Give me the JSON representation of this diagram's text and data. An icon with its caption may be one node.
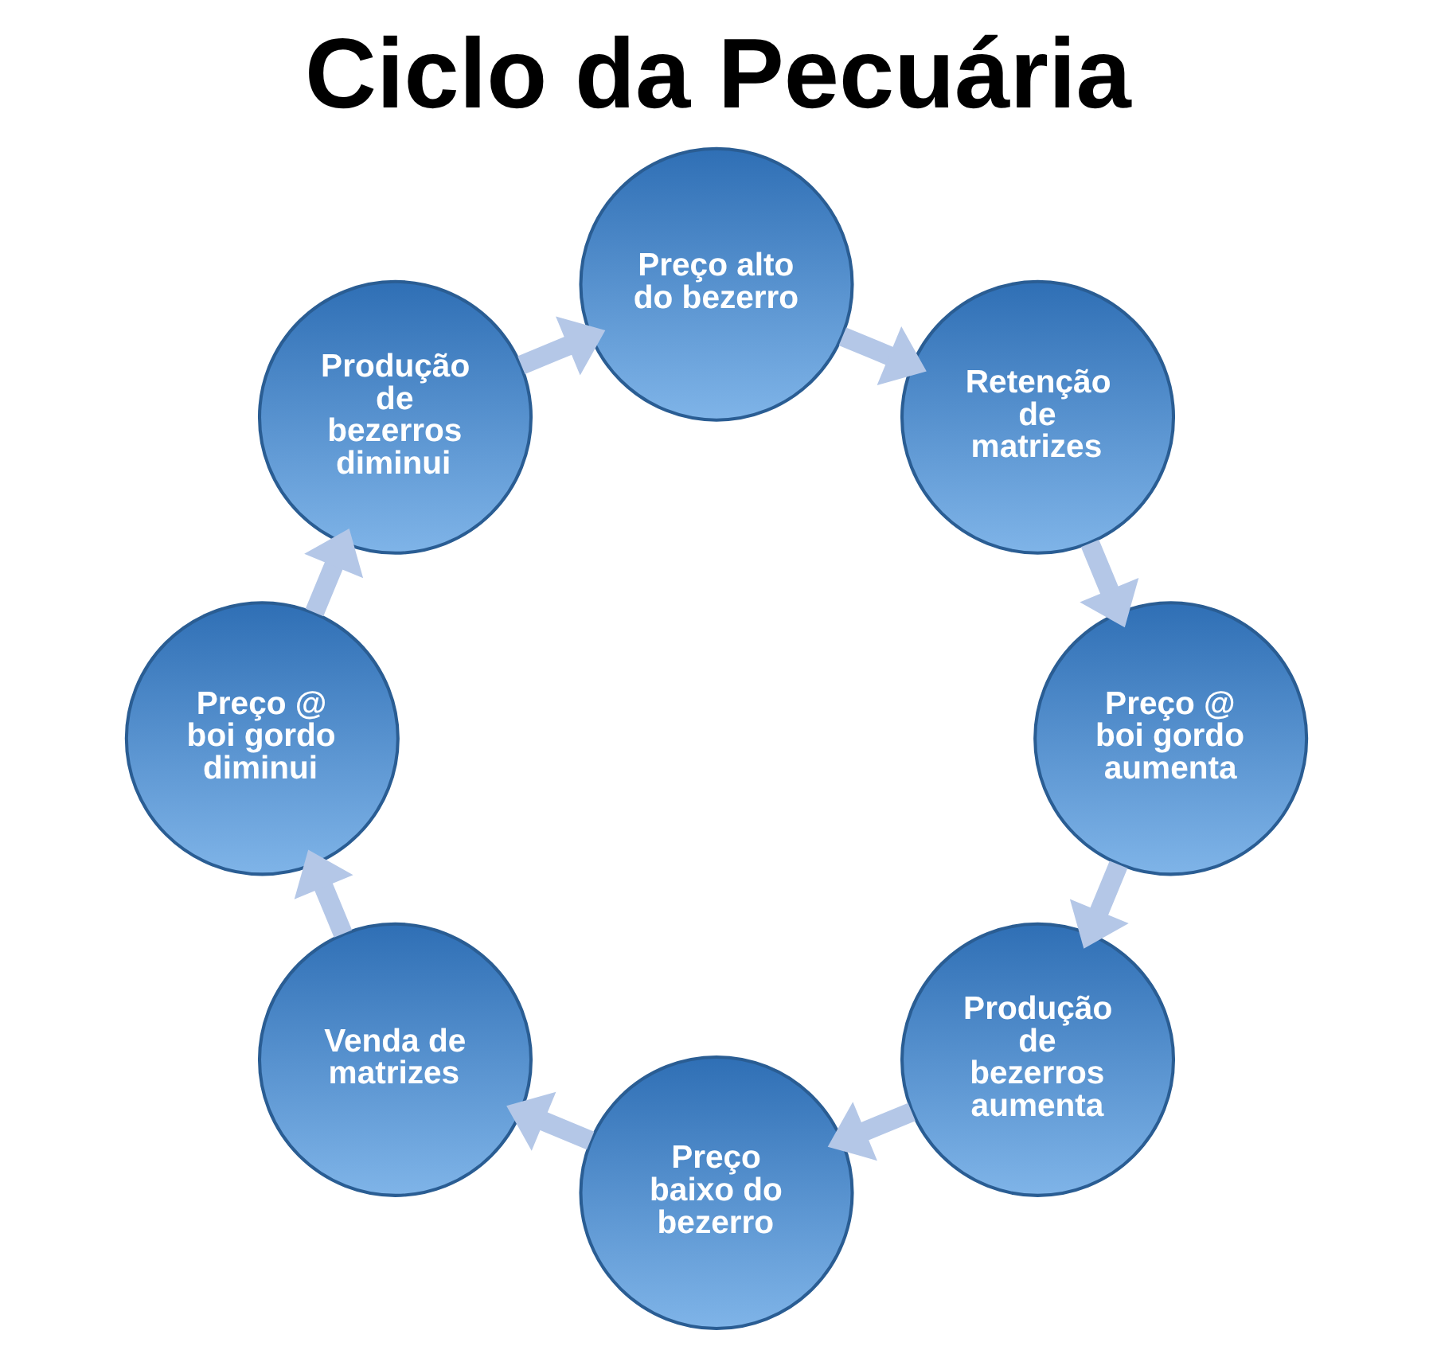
{
  "diagram": {
    "title": "Ciclo da Pecuária",
    "nodes": [
      {
        "text": [
          "Preço alto do bezerro"
        ]
      },
      {
        "text": [
          "Retenção de matrizes"
        ]
      },
      {
        "text": [
          "Preço @ boi gordo aumenta"
        ]
      },
      {
        "text": [
          "Produção de bezerros aumenta"
        ]
      },
      {
        "text": [
          "Preço baixo do bezerro"
        ]
      },
      {
        "text": [
          "Venda de matrizes"
        ]
      },
      {
        "text": [
          "Preço @ boi gordo diminui"
        ]
      },
      {
        "text": [
          "Produção de bezerros diminui"
        ]
      }
    ],
    "edges": [
      {
        "from": 0,
        "to": 1,
        "arrow": "to"
      },
      {
        "from": 1,
        "to": 2,
        "arrow": "to"
      },
      {
        "from": 2,
        "to": 3,
        "arrow": "to"
      },
      {
        "from": 3,
        "to": 4,
        "arrow": "to"
      },
      {
        "from": 4,
        "to": 5,
        "arrow": "to"
      },
      {
        "from": 5,
        "to": 6,
        "arrow": "to"
      },
      {
        "from": 6,
        "to": 7,
        "arrow": "to"
      },
      {
        "from": 7,
        "to": 0,
        "arrow": "to"
      }
    ]
  }
}
